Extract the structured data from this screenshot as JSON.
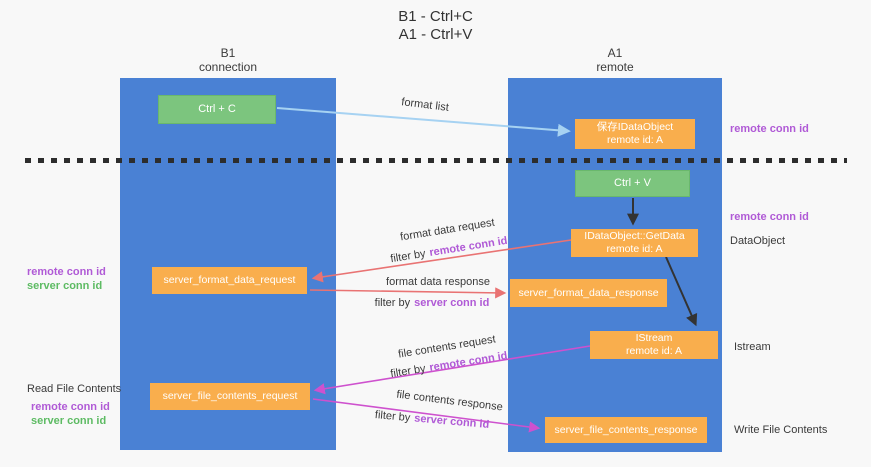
{
  "title": {
    "line1": "B1 - Ctrl+C",
    "line2": "A1 - Ctrl+V"
  },
  "lanes": {
    "b1": {
      "title": "B1",
      "subtitle": "connection"
    },
    "a1": {
      "title": "A1",
      "subtitle": "remote"
    }
  },
  "nodes": {
    "ctrl_c": {
      "label": "Ctrl + C"
    },
    "ctrl_v": {
      "label": "Ctrl + V"
    },
    "save_dataobject": {
      "line1": "保存IDataObject",
      "line2": "remote id: A"
    },
    "getdata": {
      "line1": "IDataObject::GetData",
      "line2": "remote id: A"
    },
    "istream": {
      "line1": "IStream",
      "line2": "remote id: A"
    },
    "format_request": {
      "label": "server_format_data_request"
    },
    "format_response": {
      "label": "server_format_data_response"
    },
    "file_request": {
      "label": "server_file_contents_request"
    },
    "file_response": {
      "label": "server_file_contents_response"
    }
  },
  "arrow_labels": {
    "format_list": "format list",
    "format_data_request": "format data request",
    "format_data_response": "format data response",
    "file_contents_request": "file contents request",
    "file_contents_response": "file contents response",
    "filter_by": "filter by",
    "remote_conn_id": "remote conn id",
    "server_conn_id": "server conn id"
  },
  "side_labels": {
    "remote_conn_id": "remote conn id",
    "server_conn_id": "server conn id",
    "dataobject": "DataObject",
    "istream": "Istream",
    "read_file_contents": "Read File Contents",
    "write_file_contents": "Write File Contents"
  },
  "colors": {
    "lane_blue": "#4a81d4",
    "node_green": "#7cc57e",
    "node_orange": "#f9ae4d",
    "remote_conn_purple": "#b05ad6",
    "server_conn_green": "#5dbb63",
    "arrow_red": "#e97373",
    "arrow_magenta": "#ce51ce",
    "arrow_lightblue": "#a6d2f2",
    "arrow_black": "#333333"
  }
}
